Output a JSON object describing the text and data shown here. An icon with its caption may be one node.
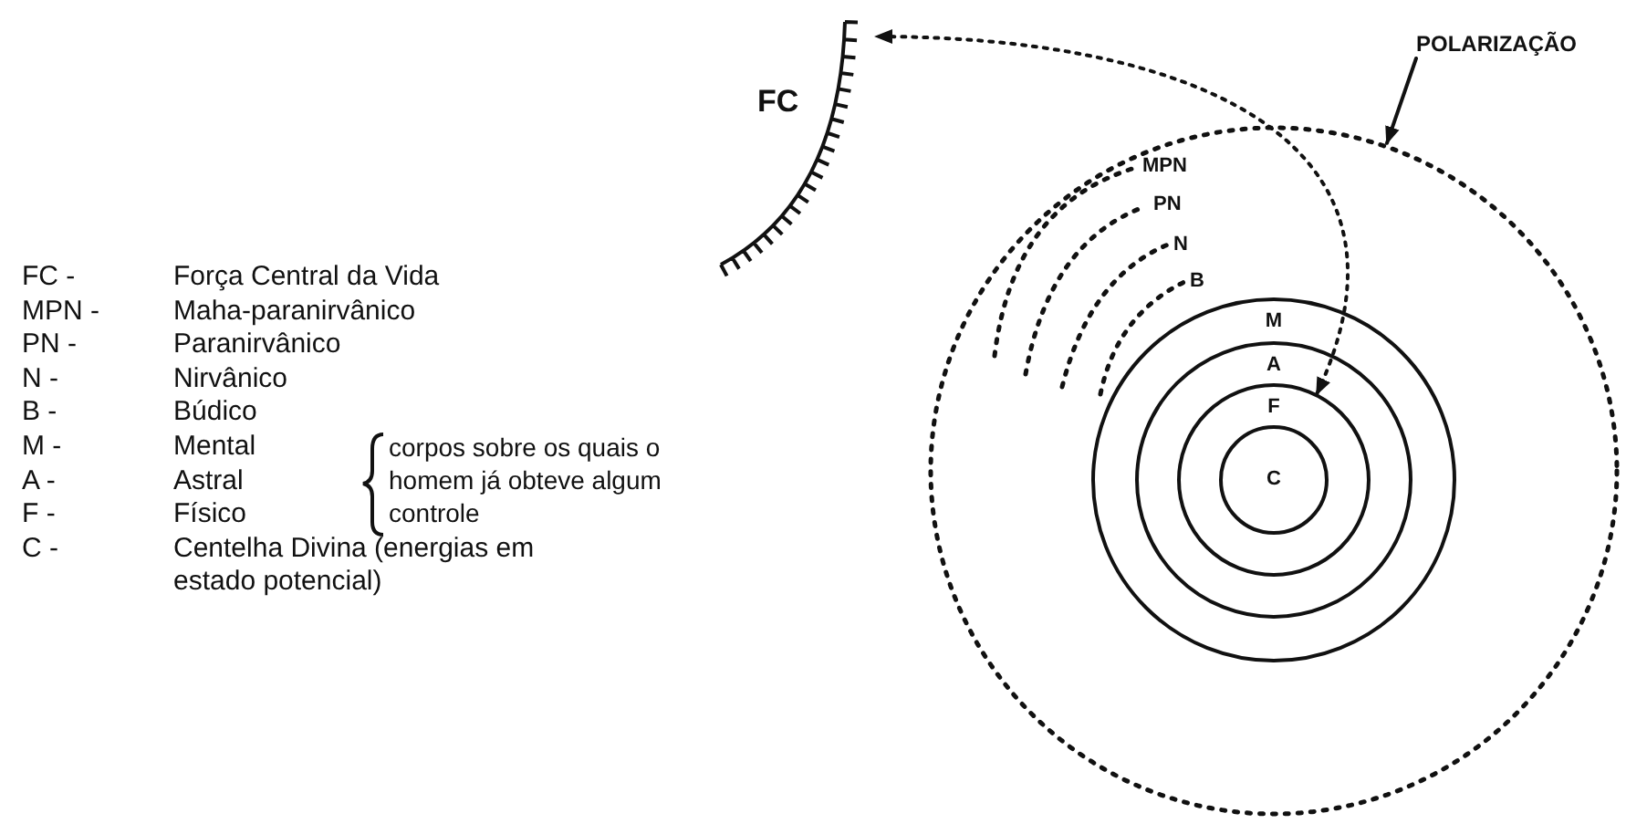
{
  "diagram": {
    "nodes": [
      {
        "text": [
          "FC"
        ]
      },
      {
        "text": [
          "POLARIZAÇÃO"
        ]
      },
      {
        "text": [],
        "shape": "circle"
      },
      {
        "text": [
          "M"
        ],
        "in": 2
      },
      {
        "text": [
          "A"
        ],
        "in": 3
      },
      {
        "text": [
          "F"
        ],
        "in": 4
      },
      {
        "text": [
          "C"
        ],
        "in": 5
      }
    ],
    "edges": [
      {
        "from": 5,
        "to": 0,
        "arrow": "both",
        "style": "dashed"
      },
      {
        "from": 1,
        "to": 2,
        "arrow": "to"
      }
    ],
    "labels": [
      "MPN",
      "PN",
      "N",
      "B",
      "FC -",
      "Força Central da Vida",
      "MPN -",
      "Maha-paranirvânico",
      "PN -",
      "Paranirvânico",
      "N -",
      "Nirvânico",
      "B -",
      "Búdico",
      "M -",
      "Mental",
      "A -",
      "Astral",
      "F -",
      "Físico",
      "C -",
      "Centelha Divina (energias em estado potencial)",
      "corpos sobre os quais o homem já obteve algum controle"
    ]
  }
}
